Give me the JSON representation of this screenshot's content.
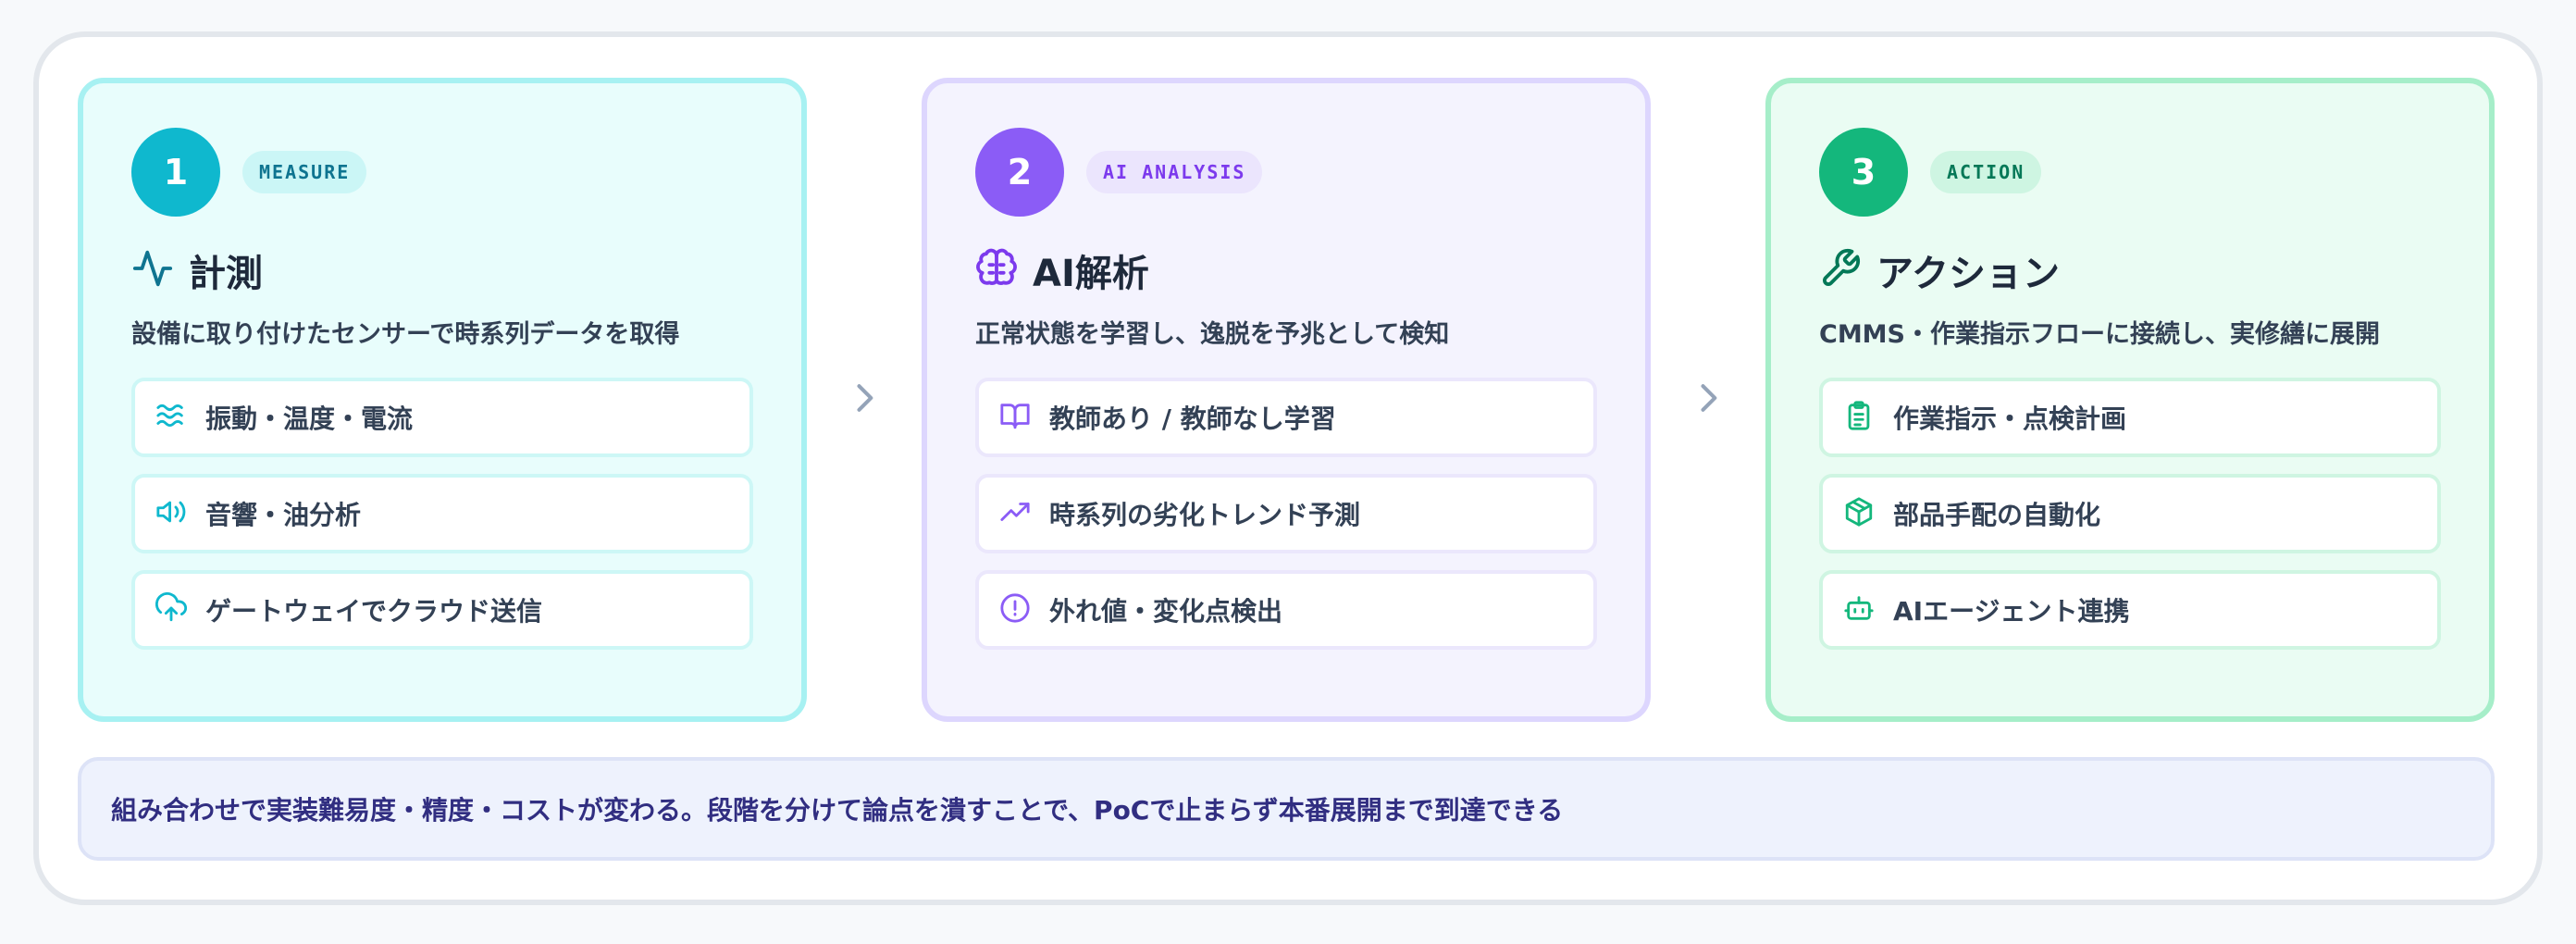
{
  "steps": [
    {
      "number": "1",
      "tag": "MEASURE",
      "icon": "activity-pulse-icon",
      "title": "計測",
      "description": "設備に取り付けたセンサーで時系列データを取得",
      "accent": "#0fb8ce",
      "items": [
        {
          "icon": "waves-icon",
          "label": "振動・温度・電流"
        },
        {
          "icon": "speaker-icon",
          "label": "音響・油分析"
        },
        {
          "icon": "cloud-upload-icon",
          "label": "ゲートウェイでクラウド送信"
        }
      ]
    },
    {
      "number": "2",
      "tag": "AI ANALYSIS",
      "icon": "brain-icon",
      "title": "AI解析",
      "description": "正常状態を学習し、逸脱を予兆として検知",
      "accent": "#8b5cf6",
      "items": [
        {
          "icon": "book-open-icon",
          "label": "教師あり / 教師なし学習"
        },
        {
          "icon": "trending-up-icon",
          "label": "時系列の劣化トレンド予測"
        },
        {
          "icon": "alert-circle-icon",
          "label": "外れ値・変化点検出"
        }
      ]
    },
    {
      "number": "3",
      "tag": "ACTION",
      "icon": "wrench-icon",
      "title": "アクション",
      "description": "CMMS・作業指示フローに接続し、実修繕に展開",
      "accent": "#14b77c",
      "items": [
        {
          "icon": "clipboard-list-icon",
          "label": "作業指示・点検計画"
        },
        {
          "icon": "package-icon",
          "label": "部品手配の自動化"
        },
        {
          "icon": "bot-icon",
          "label": "AIエージェント連携"
        }
      ]
    }
  ],
  "footer": {
    "text": "組み合わせで実装難易度・精度・コストが変わる。段階を分けて論点を潰すことで、PoCで止まらず本番展開まで到達できる"
  }
}
